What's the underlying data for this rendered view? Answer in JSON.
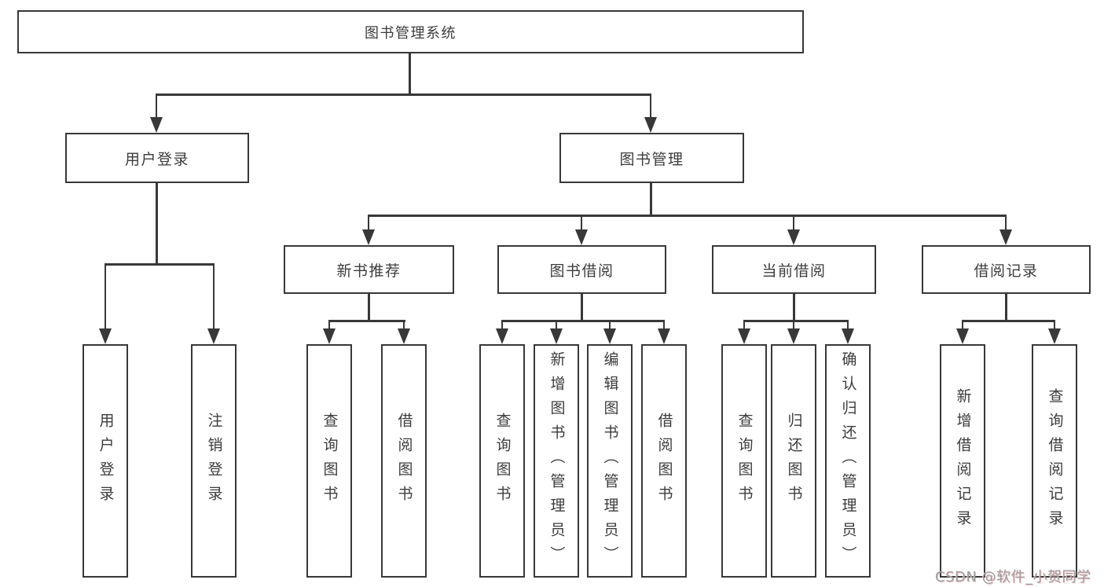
{
  "tree": {
    "root": "图书管理系统",
    "branches": [
      {
        "label": "用户登录",
        "children": [
          {
            "label": "用户登录"
          },
          {
            "label": "注销登录"
          }
        ]
      },
      {
        "label": "图书管理",
        "children": [
          {
            "label": "新书推荐",
            "children": [
              {
                "label": "查询图书"
              },
              {
                "label": "借阅图书"
              }
            ]
          },
          {
            "label": "图书借阅",
            "children": [
              {
                "label": "查询图书"
              },
              {
                "label": "新增图书（管理员）"
              },
              {
                "label": "编辑图书（管理员）"
              },
              {
                "label": "借阅图书"
              }
            ]
          },
          {
            "label": "当前借阅",
            "children": [
              {
                "label": "查询图书"
              },
              {
                "label": "归还图书"
              },
              {
                "label": "确认归还（管理员）"
              }
            ]
          },
          {
            "label": "借阅记录",
            "children": [
              {
                "label": "新增借阅记录"
              },
              {
                "label": "查询借阅记录"
              }
            ]
          }
        ]
      }
    ]
  },
  "watermark": {
    "text": "CSDN @软件_小贺同学",
    "color": "#9d9d9d"
  },
  "colors": {
    "line": "#383838",
    "text": "#3c3c3c",
    "background": "#ffffff",
    "box_fill": "#ffffff"
  }
}
